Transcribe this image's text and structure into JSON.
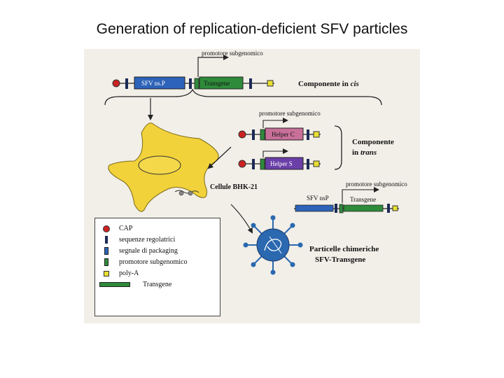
{
  "title": "Generation of replication-deficient SFV particles",
  "figure": {
    "promoter_label_top": "promotore subgenomico",
    "cis_vector": {
      "ns_label": "SFV ns.P",
      "transgene_label": "Transgene",
      "component_label": "Componente in ",
      "component_label_italic": "cis"
    },
    "trans_vectors": {
      "promoter_label": "promotore subgenomico",
      "helper_c_label": "Helper C",
      "helper_s_label": "Helper S",
      "component_label_line1": "Componente",
      "component_label_line2": "in ",
      "component_label_italic": "trans"
    },
    "cell_label": "Cellule BHK-21",
    "chimeric_vector": {
      "promoter_label": "promotore subgenomico",
      "ns_label": "SFV nsP",
      "transgene_label": "Transgene"
    },
    "particle_label_line1": "Particelle chimeriche",
    "particle_label_line2": "SFV-Transgene"
  },
  "legend": {
    "items": [
      {
        "symbol": "cap-icon",
        "label": "CAP"
      },
      {
        "symbol": "regulatory-sequence-icon",
        "label": "sequenze regolatrici"
      },
      {
        "symbol": "packaging-signal-icon",
        "label": "segnale di packaging"
      },
      {
        "symbol": "subgenomic-promoter-icon",
        "label": "promotore subgenomico"
      },
      {
        "symbol": "poly-a-icon",
        "label": "poly-A"
      },
      {
        "symbol": "transgene-icon",
        "label": "Transgene"
      }
    ]
  },
  "colors": {
    "cap": "#cc2222",
    "packaging": "#2d63b8",
    "promoter": "#2e8b3a",
    "polyA": "#e8e030",
    "helper_c": "#c8709a",
    "helper_s": "#6a3fa8",
    "cell": "#f2d23a",
    "virus": "#2a68b0"
  }
}
